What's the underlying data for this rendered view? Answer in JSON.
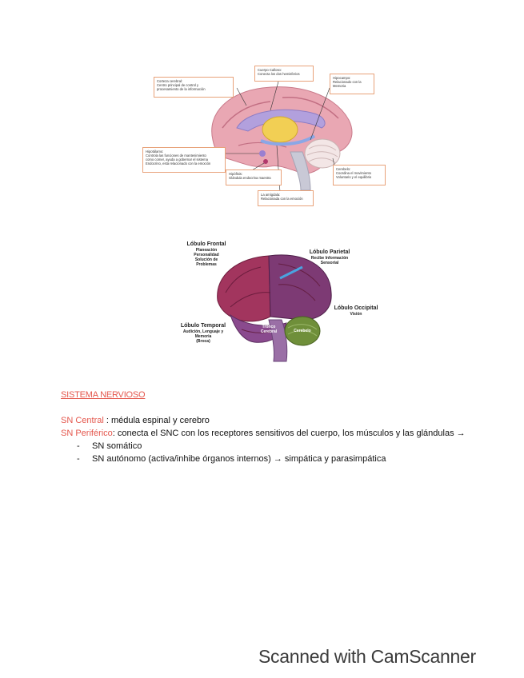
{
  "figure1": {
    "callouts": [
      {
        "title": "Corteza cerebral:",
        "lines": [
          "Centro principal de control y",
          "procesamiento de la información"
        ]
      },
      {
        "title": "Cuerpo Calloso:",
        "lines": [
          "Conecta los dos hemisferios"
        ]
      },
      {
        "title": "Hipocampo:",
        "lines": [
          "Relacionado con la",
          "Memoria"
        ]
      },
      {
        "title": "Hipotálamo:",
        "lines": [
          "Controla las funciones de mantenimiento",
          "como comer, ayuda a gobernar el sistema",
          "Endocrino, está relacionado con la emoción"
        ]
      },
      {
        "title": "Hipófisis:",
        "lines": [
          "Glándula endocrina maestra"
        ]
      },
      {
        "title": "Cerebelo:",
        "lines": [
          "Coordina el movimiento",
          "Voluntario y el equilibrio"
        ]
      },
      {
        "title": "La amígdala:",
        "lines": [
          "Relacionada con la emoción"
        ]
      }
    ]
  },
  "figure2": {
    "frontal": {
      "title": "Lóbulo Frontal",
      "lines": [
        "Planeación",
        "Personalidad",
        "Solución de",
        "Problemas"
      ]
    },
    "parietal": {
      "title": "Lóbulo Parietal",
      "lines": [
        "Recibe Información",
        "Sensorial"
      ]
    },
    "occipital": {
      "title": "Lóbulo Occipital",
      "lines": [
        "Visión"
      ]
    },
    "temporal": {
      "title": "Lóbulo Temporal",
      "lines": [
        "Audición, Lenguaje y",
        "Memoria",
        "(Broca)"
      ]
    },
    "tronco": [
      "Tronco",
      "Cerebral"
    ],
    "cerebelo": "Cerebelo"
  },
  "notes": {
    "heading": "SISTEMA NERVIOSO",
    "central_label": "SN Central",
    "central_text": " : médula espinal y cerebro",
    "periferico_label": "SN Periférico",
    "periferico_text": ": conecta el SNC con los receptores sensitivos del cuerpo, los músculos y las glándulas →",
    "bullets": [
      "SN somático",
      "SN autónomo (activa/inhibe órganos internos) → simpática y parasimpática"
    ]
  },
  "footer": {
    "scanned": "Scanned with CamScanner"
  }
}
